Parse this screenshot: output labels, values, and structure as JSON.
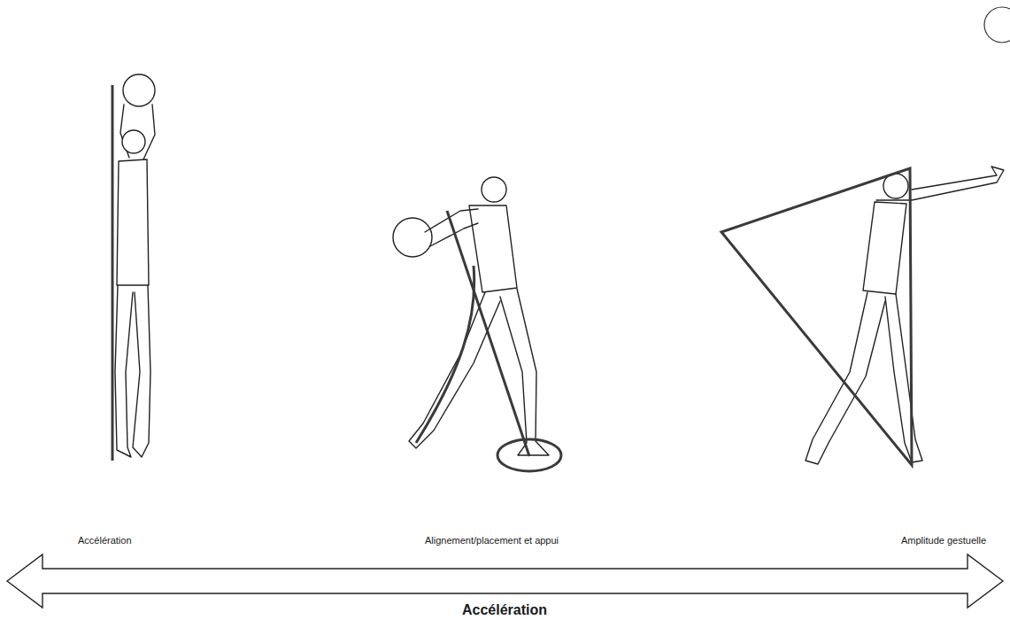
{
  "diagram": {
    "labels": [
      "Accélération",
      "Alignement/placement et appui",
      "Amplitude gestuelle",
      "Accélération"
    ]
  }
}
